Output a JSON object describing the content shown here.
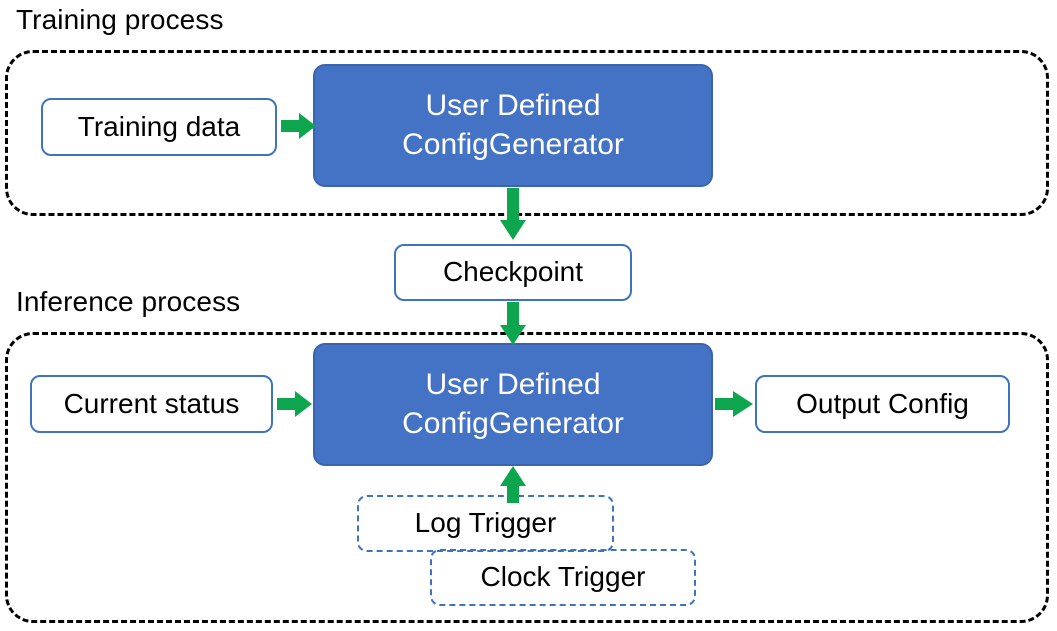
{
  "diagram": {
    "title_training": "Training process",
    "title_inference": "Inference process",
    "colors": {
      "process_fill": "#4472C4",
      "process_text": "#FFFFFF",
      "box_border": "#3E73BD",
      "container_border": "#000000",
      "arrow": "#00B050",
      "background": "#FFFFFF"
    }
  },
  "training": {
    "caption": "Training process",
    "input": {
      "label": "Training data"
    },
    "processor": {
      "line1": "User Defined",
      "line2": "ConfigGenerator"
    }
  },
  "bridge": {
    "checkpoint": {
      "label": "Checkpoint"
    }
  },
  "inference": {
    "caption": "Inference process",
    "input": {
      "label": "Current status"
    },
    "processor": {
      "line1": "User Defined",
      "line2": "ConfigGenerator"
    },
    "output": {
      "label": "Output Config"
    },
    "triggers": [
      {
        "label": "Log Trigger"
      },
      {
        "label": "Clock Trigger"
      }
    ]
  },
  "arrows": [
    {
      "name": "training-data-to-processor",
      "from": "Training data",
      "to": "User Defined ConfigGenerator",
      "direction": "right"
    },
    {
      "name": "processor-to-checkpoint",
      "from": "User Defined ConfigGenerator",
      "to": "Checkpoint",
      "direction": "down"
    },
    {
      "name": "checkpoint-to-inference-processor",
      "from": "Checkpoint",
      "to": "User Defined ConfigGenerator",
      "direction": "down"
    },
    {
      "name": "current-status-to-processor",
      "from": "Current status",
      "to": "User Defined ConfigGenerator",
      "direction": "right"
    },
    {
      "name": "processor-to-output-config",
      "from": "User Defined ConfigGenerator",
      "to": "Output Config",
      "direction": "right"
    },
    {
      "name": "trigger-to-processor",
      "from": "Log Trigger",
      "to": "User Defined ConfigGenerator",
      "direction": "up"
    }
  ]
}
